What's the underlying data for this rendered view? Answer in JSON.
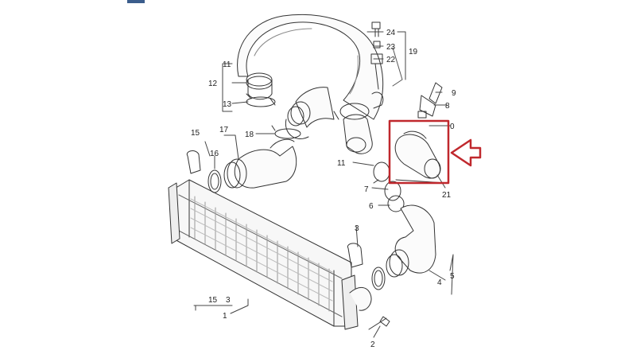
{
  "labels": {
    "p1": "1",
    "p2": "2",
    "p3": "3",
    "p4": "4",
    "p5": "5",
    "p6": "6",
    "p7": "7",
    "p8": "8",
    "p9": "9",
    "p10": "0",
    "p11a": "11",
    "p11b": "11",
    "p12": "12",
    "p13": "13",
    "p15a": "15",
    "p15b": "15",
    "p3b": "3",
    "p16": "16",
    "p17": "17",
    "p18": "18",
    "p19": "19",
    "p21": "21",
    "p22": "22",
    "p23": "23",
    "p24": "24"
  },
  "colors": {
    "ink": "#333333",
    "highlight": "#c0282d",
    "tab": "#3b5d8c"
  }
}
